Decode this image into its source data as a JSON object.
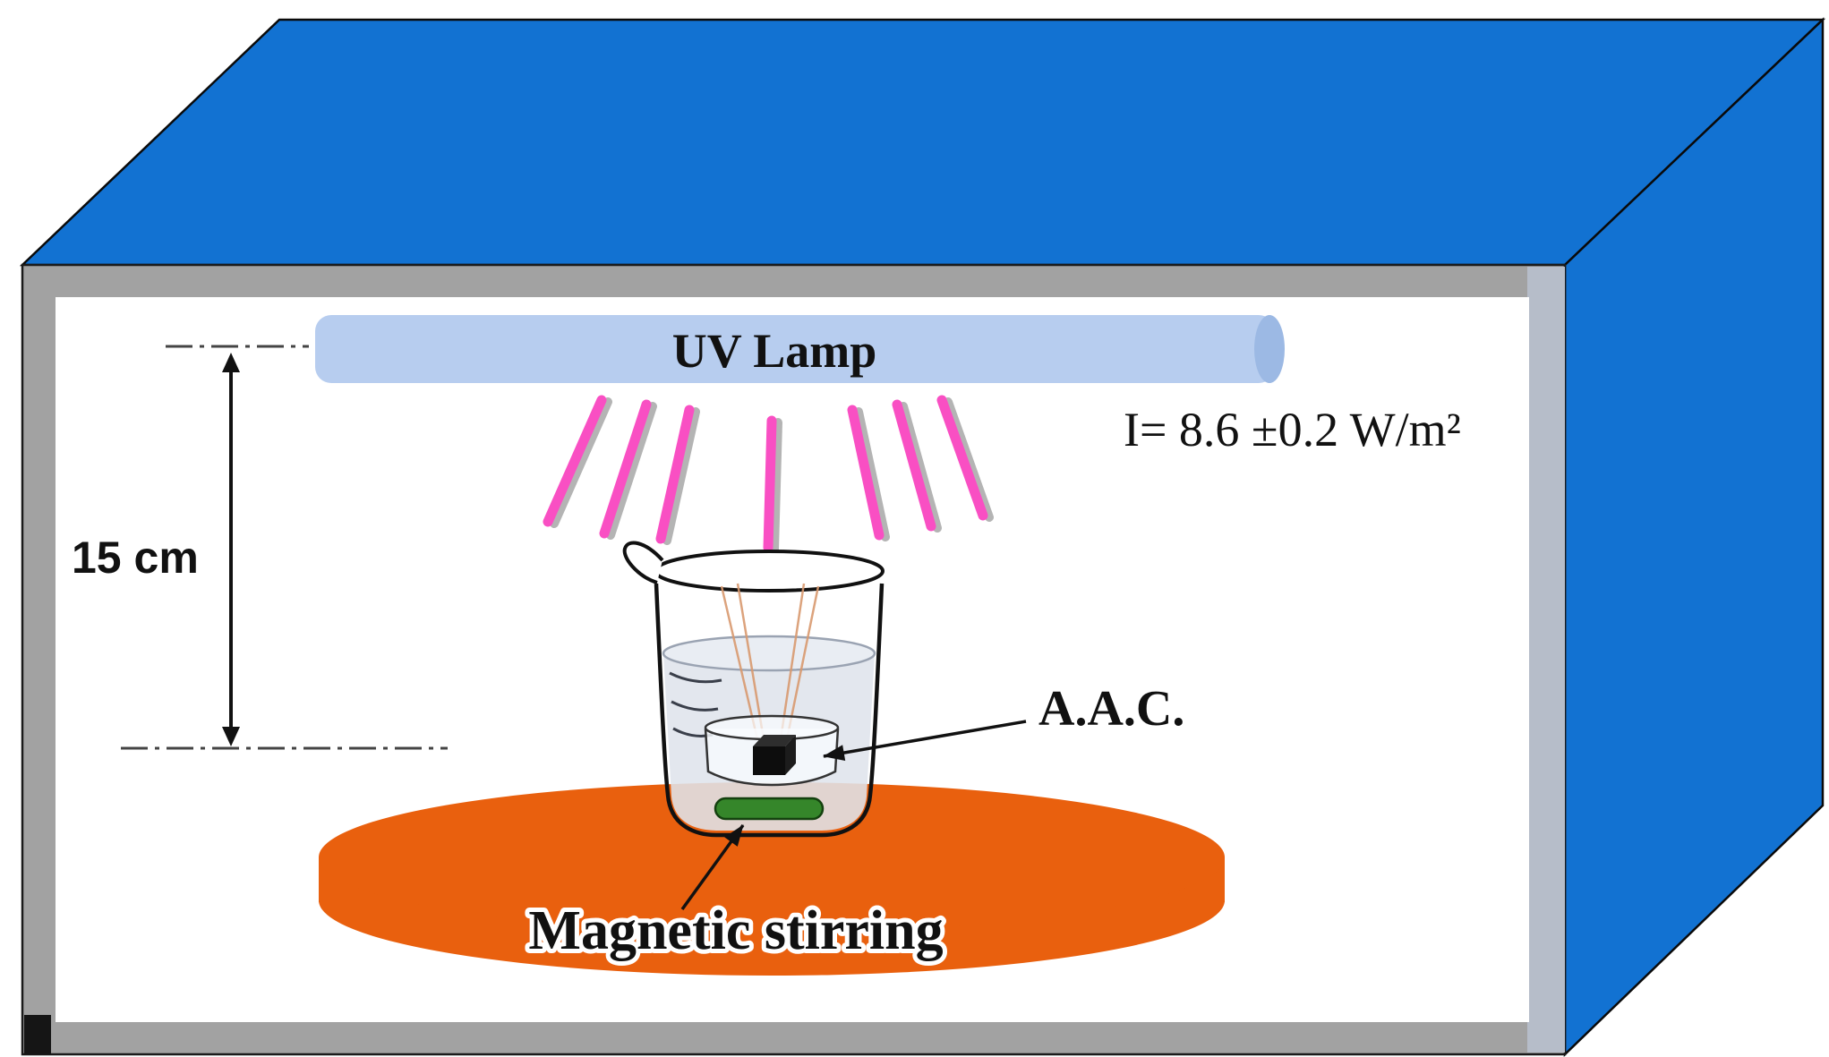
{
  "diagram": {
    "name": "UV irradiation chamber with magnetic stirring experimental setup",
    "labels": {
      "uv_lamp": "UV Lamp",
      "intensity": "I= 8.6 ±0.2 W/m²",
      "distance": "15 cm",
      "sample": "A.A.C.",
      "stirring": "Magnetic stirring"
    },
    "colors": {
      "box_blue": "#1272d2",
      "frame_gray": "#a2a2a2",
      "frame_right_strip": "#b6bdc9",
      "interior_white": "#ffffff",
      "lamp_blue": "#b7cdef",
      "lamp_cap_blue": "#9cb9e4",
      "ray_pink": "#f94fc3",
      "ray_shadow_gray": "#a8a8a8",
      "platform_orange": "#e9600e",
      "stir_bar_green": "#35862a",
      "stir_bar_edge": "#14410f",
      "liquid_gray": "#dfe4ec",
      "liquid_surface": "#e9edf3",
      "cube_black": "#0d0d0d",
      "refraction_tan": "#d99a70",
      "text_black": "#111111"
    }
  }
}
